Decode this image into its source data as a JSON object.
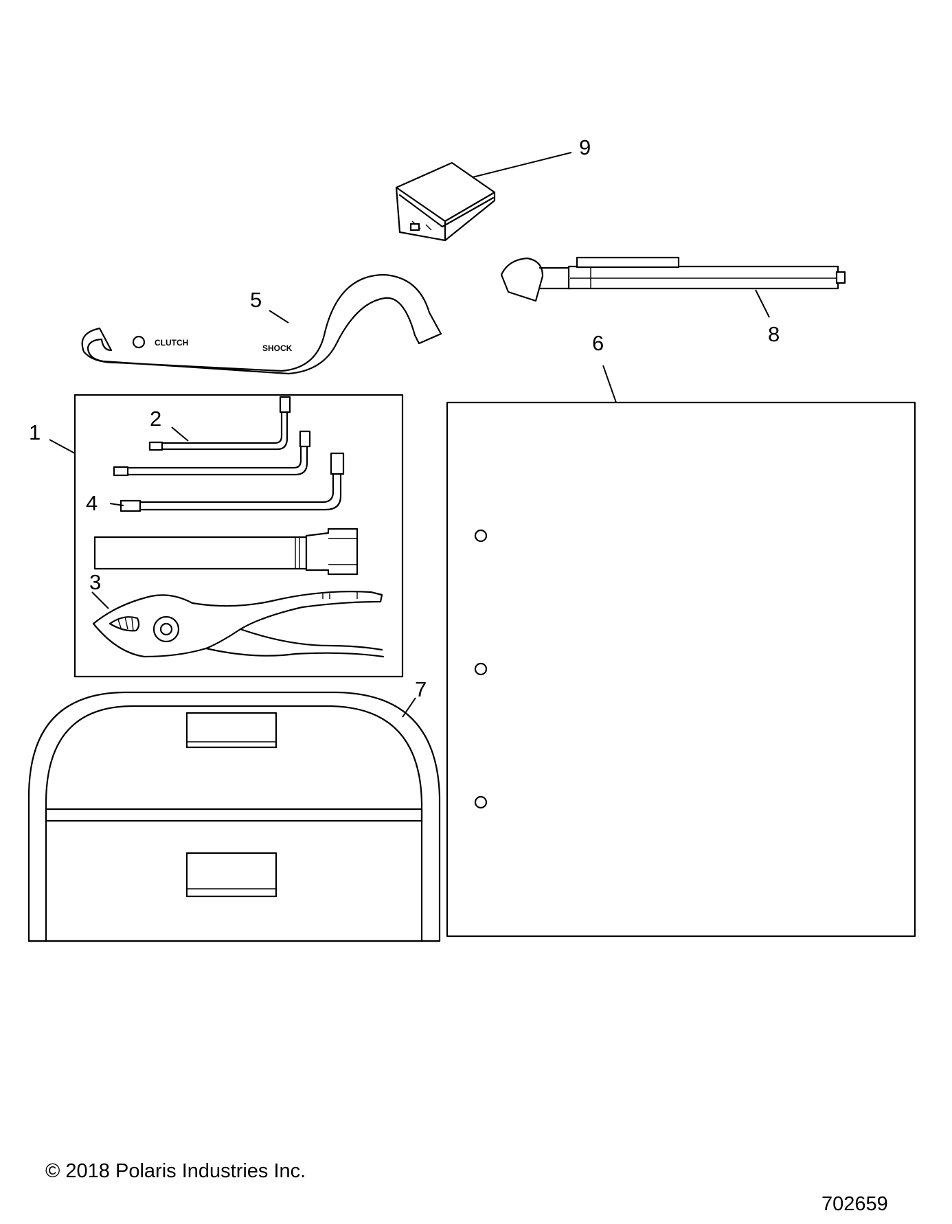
{
  "callouts": {
    "c1": "1",
    "c2": "2",
    "c3": "3",
    "c4": "4",
    "c5": "5",
    "c6": "6",
    "c7": "7",
    "c8": "8",
    "c9": "9"
  },
  "wrench_labels": {
    "clutch": "CLUTCH",
    "shock": "SHOCK"
  },
  "footer": {
    "copyright": "© 2018 Polaris Industries Inc.",
    "diagram_number": "702659"
  }
}
